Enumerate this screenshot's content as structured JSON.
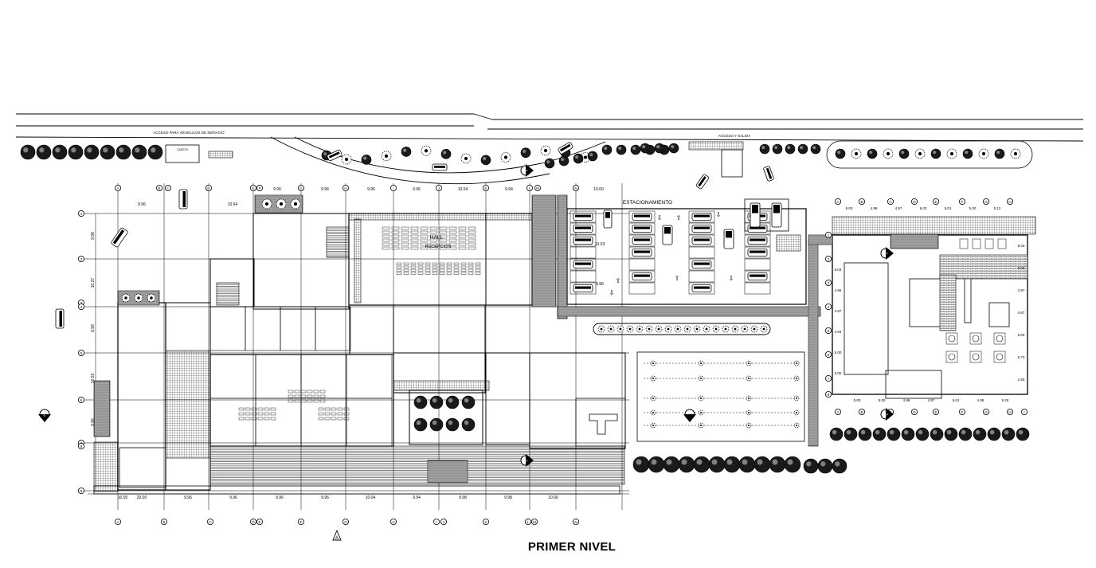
{
  "title": "PRIMER NIVEL",
  "labels": {
    "service_access": "ACCESO PARA VEHICULOS DE SERVICIO",
    "access_exit": "ACCESO Y SALIDA",
    "parking": "ESTACIONAMIENTO",
    "hall": "HALL",
    "reception": "RECEPCION",
    "caseta": "CASETA"
  },
  "bottom_dims": [
    "10.00",
    "20.00",
    "9.96",
    "9.96",
    "9.96",
    "9.96",
    "10.04",
    "9.94",
    "9.98",
    "9.98",
    "10.00"
  ],
  "top_dims": [
    "9.96",
    "9.96",
    "9.96",
    "9.96",
    "10.04",
    "9.94",
    "10.00"
  ],
  "left_dims": [
    "9.96",
    "10.64"
  ],
  "left_vdims": [
    "9.96",
    "10.27",
    "8.96",
    "10.03",
    "9.96"
  ],
  "right_top_dims": [
    "5.03",
    "4.98",
    "4.97",
    "5.03",
    "5.01",
    "5.00",
    "5.12"
  ],
  "right_bottom_dims": [
    "5.00",
    "5.00",
    "4.98",
    "4.97",
    "5.01",
    "4.88",
    "5.26"
  ],
  "right_vdims": [
    "5.03",
    "4.96",
    "4.87",
    "4.93",
    "5.00",
    "5.00",
    "5.03",
    "5.00",
    "4.97",
    "4.87",
    "5.00",
    "5.73",
    "4.93"
  ],
  "parking_dims": [
    "10.03",
    "9.96"
  ],
  "grid_bottom": [
    "A",
    "B",
    "C",
    "D",
    "E",
    "F",
    "G",
    "H",
    "I",
    "J",
    "K",
    "L",
    "M",
    "N"
  ],
  "grid_top": [
    "A",
    "B",
    "C",
    "D",
    "E",
    "F",
    "G",
    "H",
    "I",
    "J",
    "K",
    "L",
    "M",
    "N"
  ],
  "grid_left": [
    "1",
    "2",
    "3",
    "4",
    "5",
    "6",
    "7",
    "8",
    "9"
  ],
  "grid_right_top": [
    "A",
    "B",
    "C",
    "D",
    "E",
    "F",
    "G",
    "H"
  ],
  "grid_right_bottom": [
    "A",
    "B",
    "C",
    "D",
    "E",
    "F",
    "G",
    "H",
    "I"
  ],
  "grid_right_side": [
    "1",
    "2",
    "3",
    "4",
    "5",
    "6",
    "7",
    "8"
  ],
  "sections": [
    "A",
    "1",
    "2"
  ]
}
